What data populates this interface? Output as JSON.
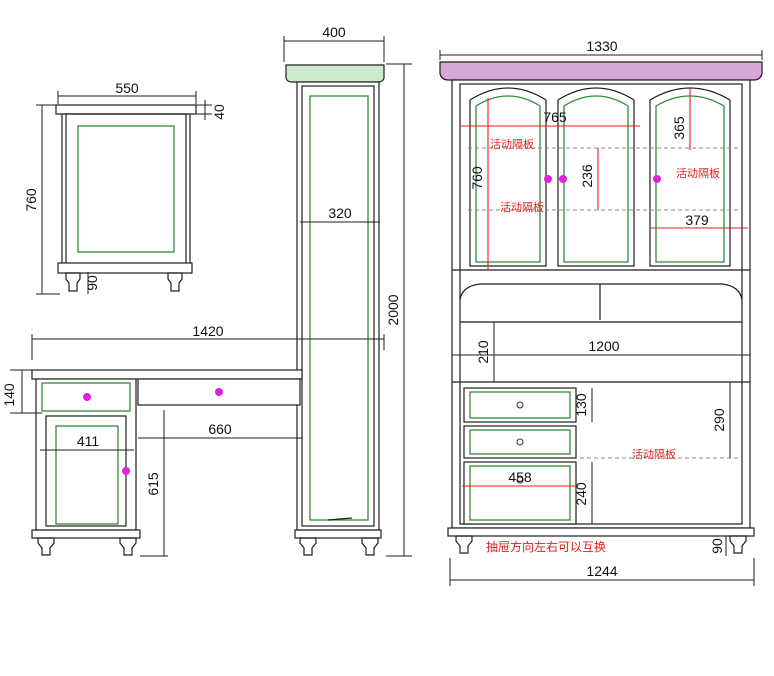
{
  "colors": {
    "line": "#1e1e1e",
    "trim": "#2f8a3c",
    "dimension_red": "#e02020",
    "knob": "#e020e0",
    "cornice": "#d8a8d8"
  },
  "mirror": {
    "width": "550",
    "top_height": "40",
    "height": "760",
    "foot": "90"
  },
  "tall_cabinet": {
    "width": "400",
    "inner_width": "320",
    "height": "2000"
  },
  "desk": {
    "width": "1420",
    "drawer_height": "140",
    "door_width": "411",
    "gap_width": "660",
    "door_height": "615"
  },
  "bookcase": {
    "width": "1330",
    "upper_width": "765",
    "glass_height": "760",
    "arch_height": "365",
    "shelf_spacing": "236",
    "shelf_label_1": "活动隔板",
    "shelf_label_2": "活动隔板",
    "shelf_label_3": "活动隔板",
    "side_width": "379",
    "mid_height": "210",
    "mid_width": "1200",
    "drawer_top_height": "130",
    "right_height": "290",
    "right_shelf_label": "活动隔板",
    "drawer_width": "458",
    "drawer_bottom_height": "240",
    "foot": "90",
    "base_width": "1244",
    "note": "抽屉方向左右可以互换"
  }
}
